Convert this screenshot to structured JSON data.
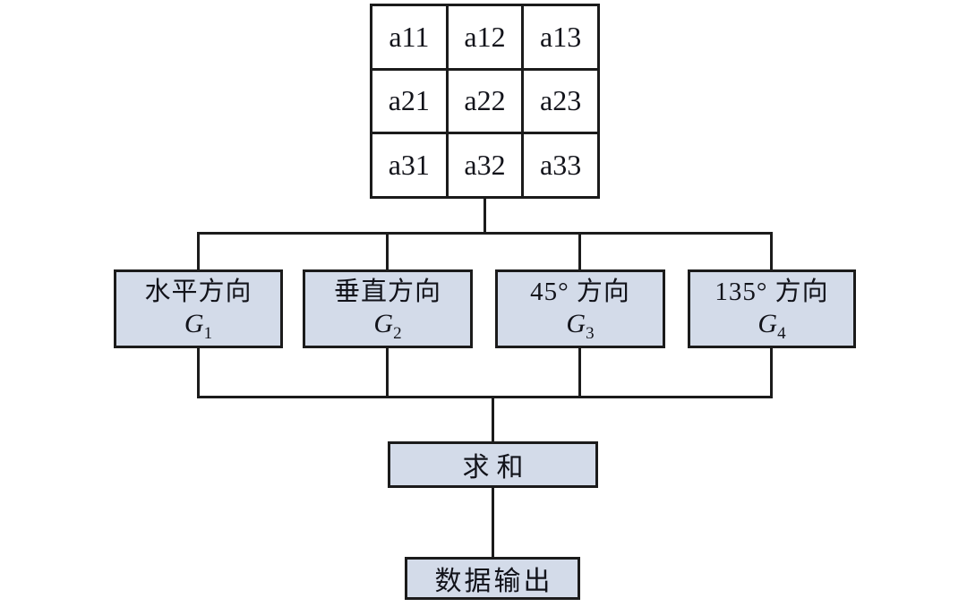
{
  "diagram": {
    "matrix": {
      "rows": [
        [
          "a11",
          "a12",
          "a13"
        ],
        [
          "a21",
          "a22",
          "a23"
        ],
        [
          "a31",
          "a32",
          "a33"
        ]
      ]
    },
    "direction_boxes": [
      {
        "label": "水平方向",
        "symbol": "G",
        "subscript": "1"
      },
      {
        "label": "垂直方向",
        "symbol": "G",
        "subscript": "2"
      },
      {
        "label": "45° 方向",
        "symbol": "G",
        "subscript": "3"
      },
      {
        "label": "135° 方向",
        "symbol": "G",
        "subscript": "4"
      }
    ],
    "sum_label": "求和",
    "output_label": "数据输出",
    "colors": {
      "background": "#ffffff",
      "box_fill": "#d3dbe9",
      "line": "#1b1b1b",
      "text": "#12131a"
    }
  }
}
